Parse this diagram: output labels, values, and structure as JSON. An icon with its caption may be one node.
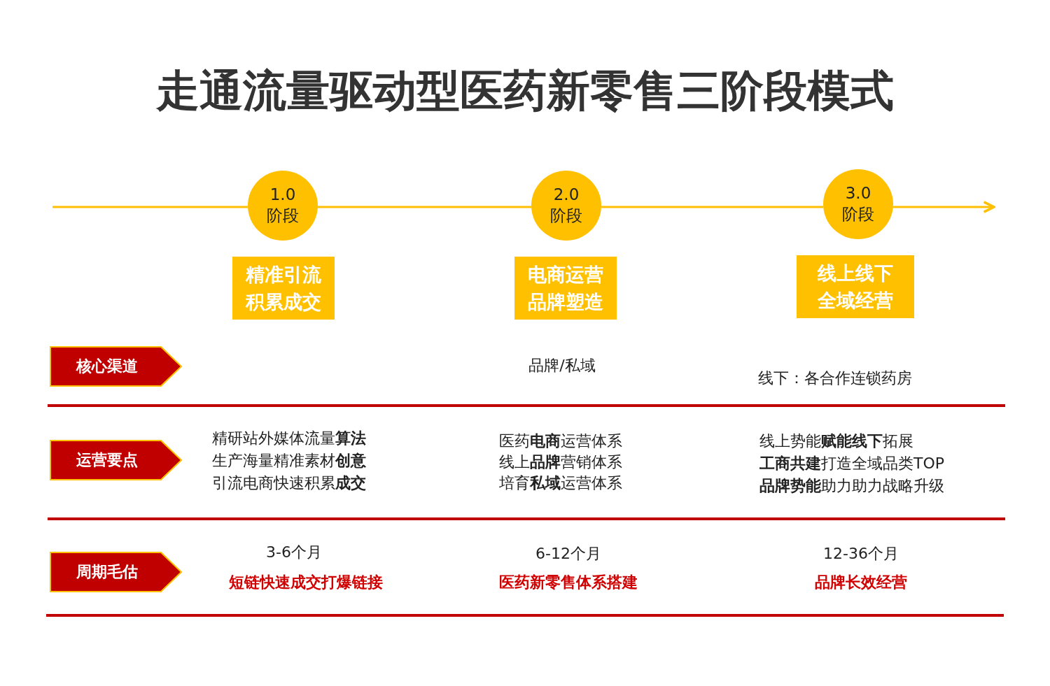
{
  "diagram": {
    "title": "走通流量驱动型医药新零售三阶段模式",
    "nodes": [
      {
        "text": [
          "1.0 阶段"
        ]
      },
      {
        "text": [
          "2.0 阶段"
        ]
      },
      {
        "text": [
          "3.0 阶段"
        ]
      },
      {
        "text": [
          "精准引流积累成交"
        ]
      },
      {
        "text": [
          "电商运营品牌塑造"
        ]
      },
      {
        "text": [
          "线上线下全域经营"
        ]
      },
      {
        "text": [
          "核心渠道"
        ]
      },
      {
        "text": [
          "运营要点"
        ]
      },
      {
        "text": [
          "周期毛估"
        ]
      }
    ],
    "edges": [
      {
        "from": null,
        "to": 0,
        "arrow": "none"
      },
      {
        "from": 0,
        "to": 1,
        "arrow": "none"
      },
      {
        "from": 1,
        "to": 2,
        "arrow": "none"
      },
      {
        "from": 2,
        "to": null,
        "arrow": "to"
      }
    ],
    "labels": [
      "品牌/私域",
      "线下：各合作连锁药房",
      "精研站外媒体流量**算法**",
      "生产海量精准素材**创意**",
      "引流电商快速积累**成交**",
      "医药**电商**运营体系",
      "线上**品牌**营销体系",
      "培育**私域**运营体系",
      "线上势能**赋能线下**拓展",
      "**工商共建**打造全域品类TOP",
      "**品牌势能**助力助力战略升级",
      "3-6个月",
      "短链快速成交打爆链接",
      "6-12个月",
      "医药新零售体系搭建",
      "12-36个月",
      "品牌长效经营"
    ]
  }
}
